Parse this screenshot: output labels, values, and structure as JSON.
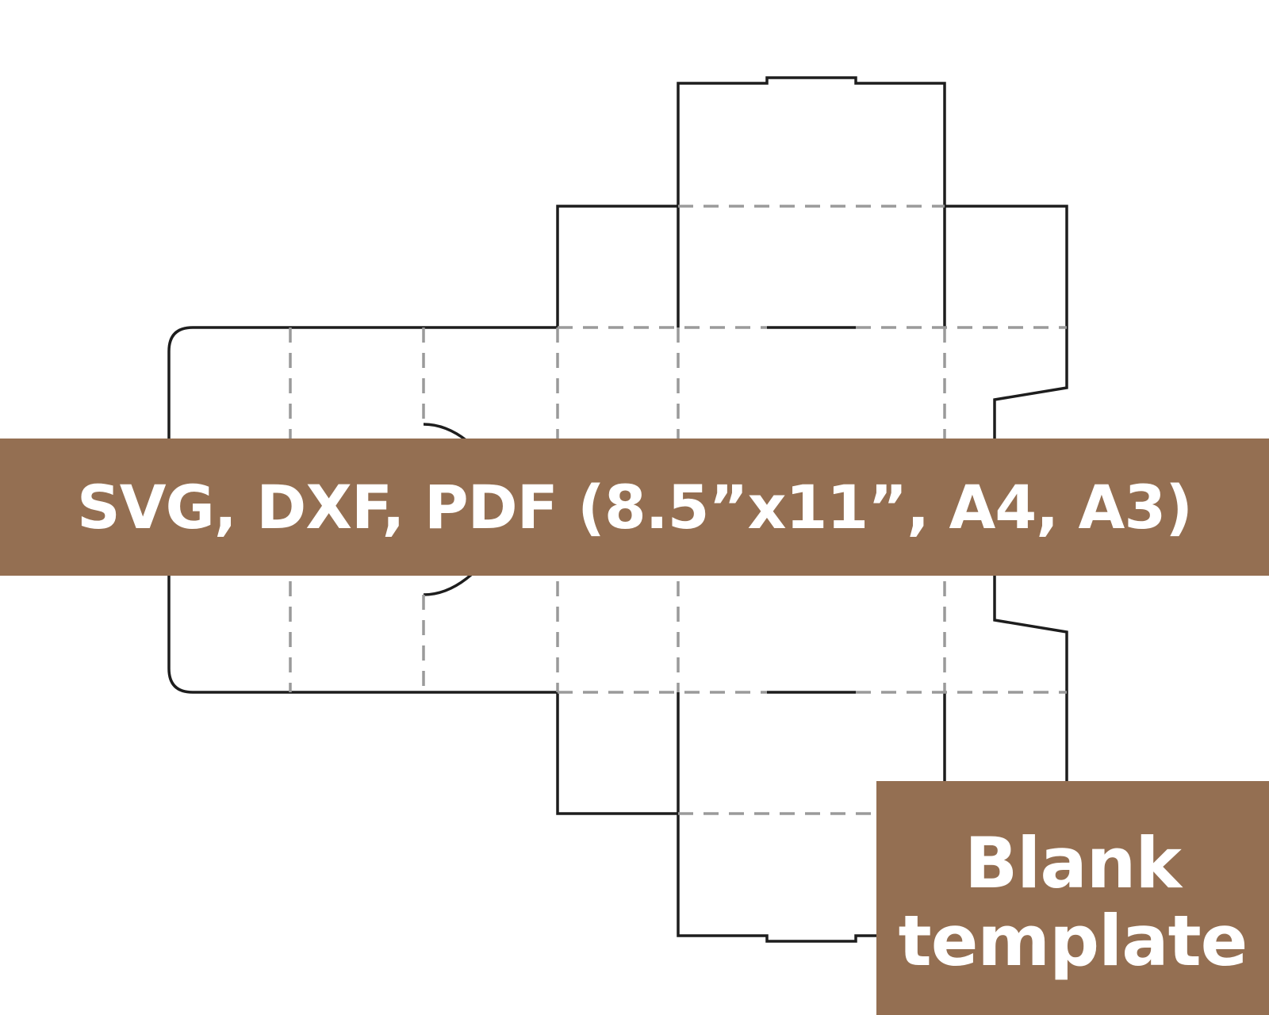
{
  "banner": {
    "formats": "SVG, DXF, PDF (8.5”x11”, A4, A3)"
  },
  "corner_label": {
    "line1": "Blank",
    "line2": "template"
  },
  "colors": {
    "banner_background": "#946f52",
    "banner_text": "#ffffff",
    "cut_line": "#1d1d1d",
    "fold_line": "#9a9a9a",
    "background": "#ffffff"
  }
}
